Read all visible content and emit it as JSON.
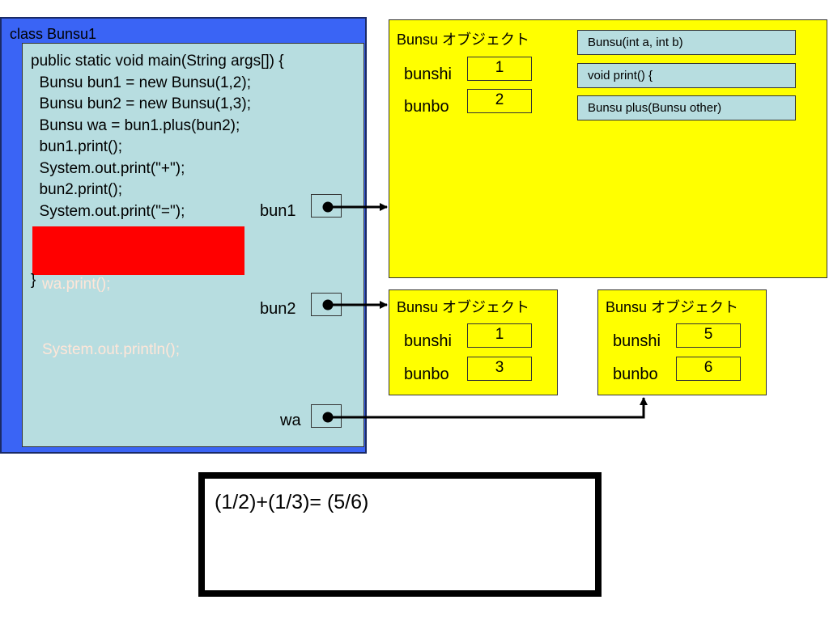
{
  "class_panel": {
    "title": "class Bunsu1"
  },
  "main_method": {
    "lines": [
      "public static void main(String args[]) {",
      "  Bunsu bun1 = new Bunsu(1,2);",
      "  Bunsu bun2 = new Bunsu(1,3);",
      "  Bunsu wa = bun1.plus(bun2);",
      "  bun1.print();",
      "  System.out.print(\"+\");",
      "  bun2.print();",
      "  System.out.print(\"=\");"
    ],
    "highlighted_lines": [
      "wa.print();",
      "System.out.println();"
    ],
    "closing": "}",
    "highlight_color": "#ff0000"
  },
  "variables": {
    "bun1": "bun1",
    "bun2": "bun2",
    "wa": "wa"
  },
  "objects": [
    {
      "title": "Bunsu オブジェクト",
      "fields": [
        {
          "name": "bunshi",
          "value": "1"
        },
        {
          "name": "bunbo",
          "value": "2"
        }
      ],
      "methods": [
        "Bunsu(int a, int b)",
        "void print() {",
        "Bunsu plus(Bunsu other)"
      ]
    },
    {
      "title": "Bunsu オブジェクト",
      "fields": [
        {
          "name": "bunshi",
          "value": "1"
        },
        {
          "name": "bunbo",
          "value": "3"
        }
      ]
    },
    {
      "title": "Bunsu オブジェクト",
      "fields": [
        {
          "name": "bunshi",
          "value": "5"
        },
        {
          "name": "bunbo",
          "value": "6"
        }
      ]
    }
  ],
  "output": {
    "text": "(1/2)+(1/3)= (5/6)"
  },
  "colors": {
    "class_bg": "#3a64f5",
    "method_bg": "#b7dde0",
    "object_bg": "#ffff00"
  }
}
